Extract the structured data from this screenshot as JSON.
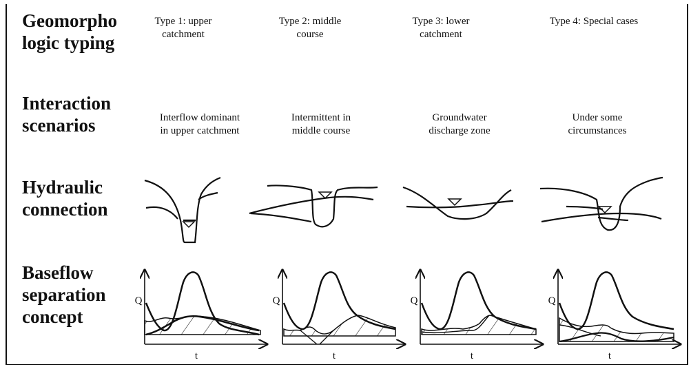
{
  "rows": {
    "geomorphologic": {
      "label": "Geomorpho\nlogic typing"
    },
    "interaction": {
      "label": "Interaction\nscenarios"
    },
    "hydraulic": {
      "label": "Hydraulic\nconnection"
    },
    "baseflow": {
      "label": "Baseflow\nseparation\nconcept"
    }
  },
  "types": [
    {
      "title": "Type 1: upper\ncatchment",
      "scenario": "Interflow dominant\nin upper catchment"
    },
    {
      "title": "Type 2: middle\ncourse",
      "scenario": "Intermittent in\nmiddle course"
    },
    {
      "title": "Type 3: lower\ncatchment",
      "scenario": "Groundwater\ndischarge zone"
    },
    {
      "title": "Type 4: Special cases",
      "scenario": "Under some\ncircumstances"
    }
  ],
  "axes": {
    "y": "Q",
    "x": "t"
  }
}
